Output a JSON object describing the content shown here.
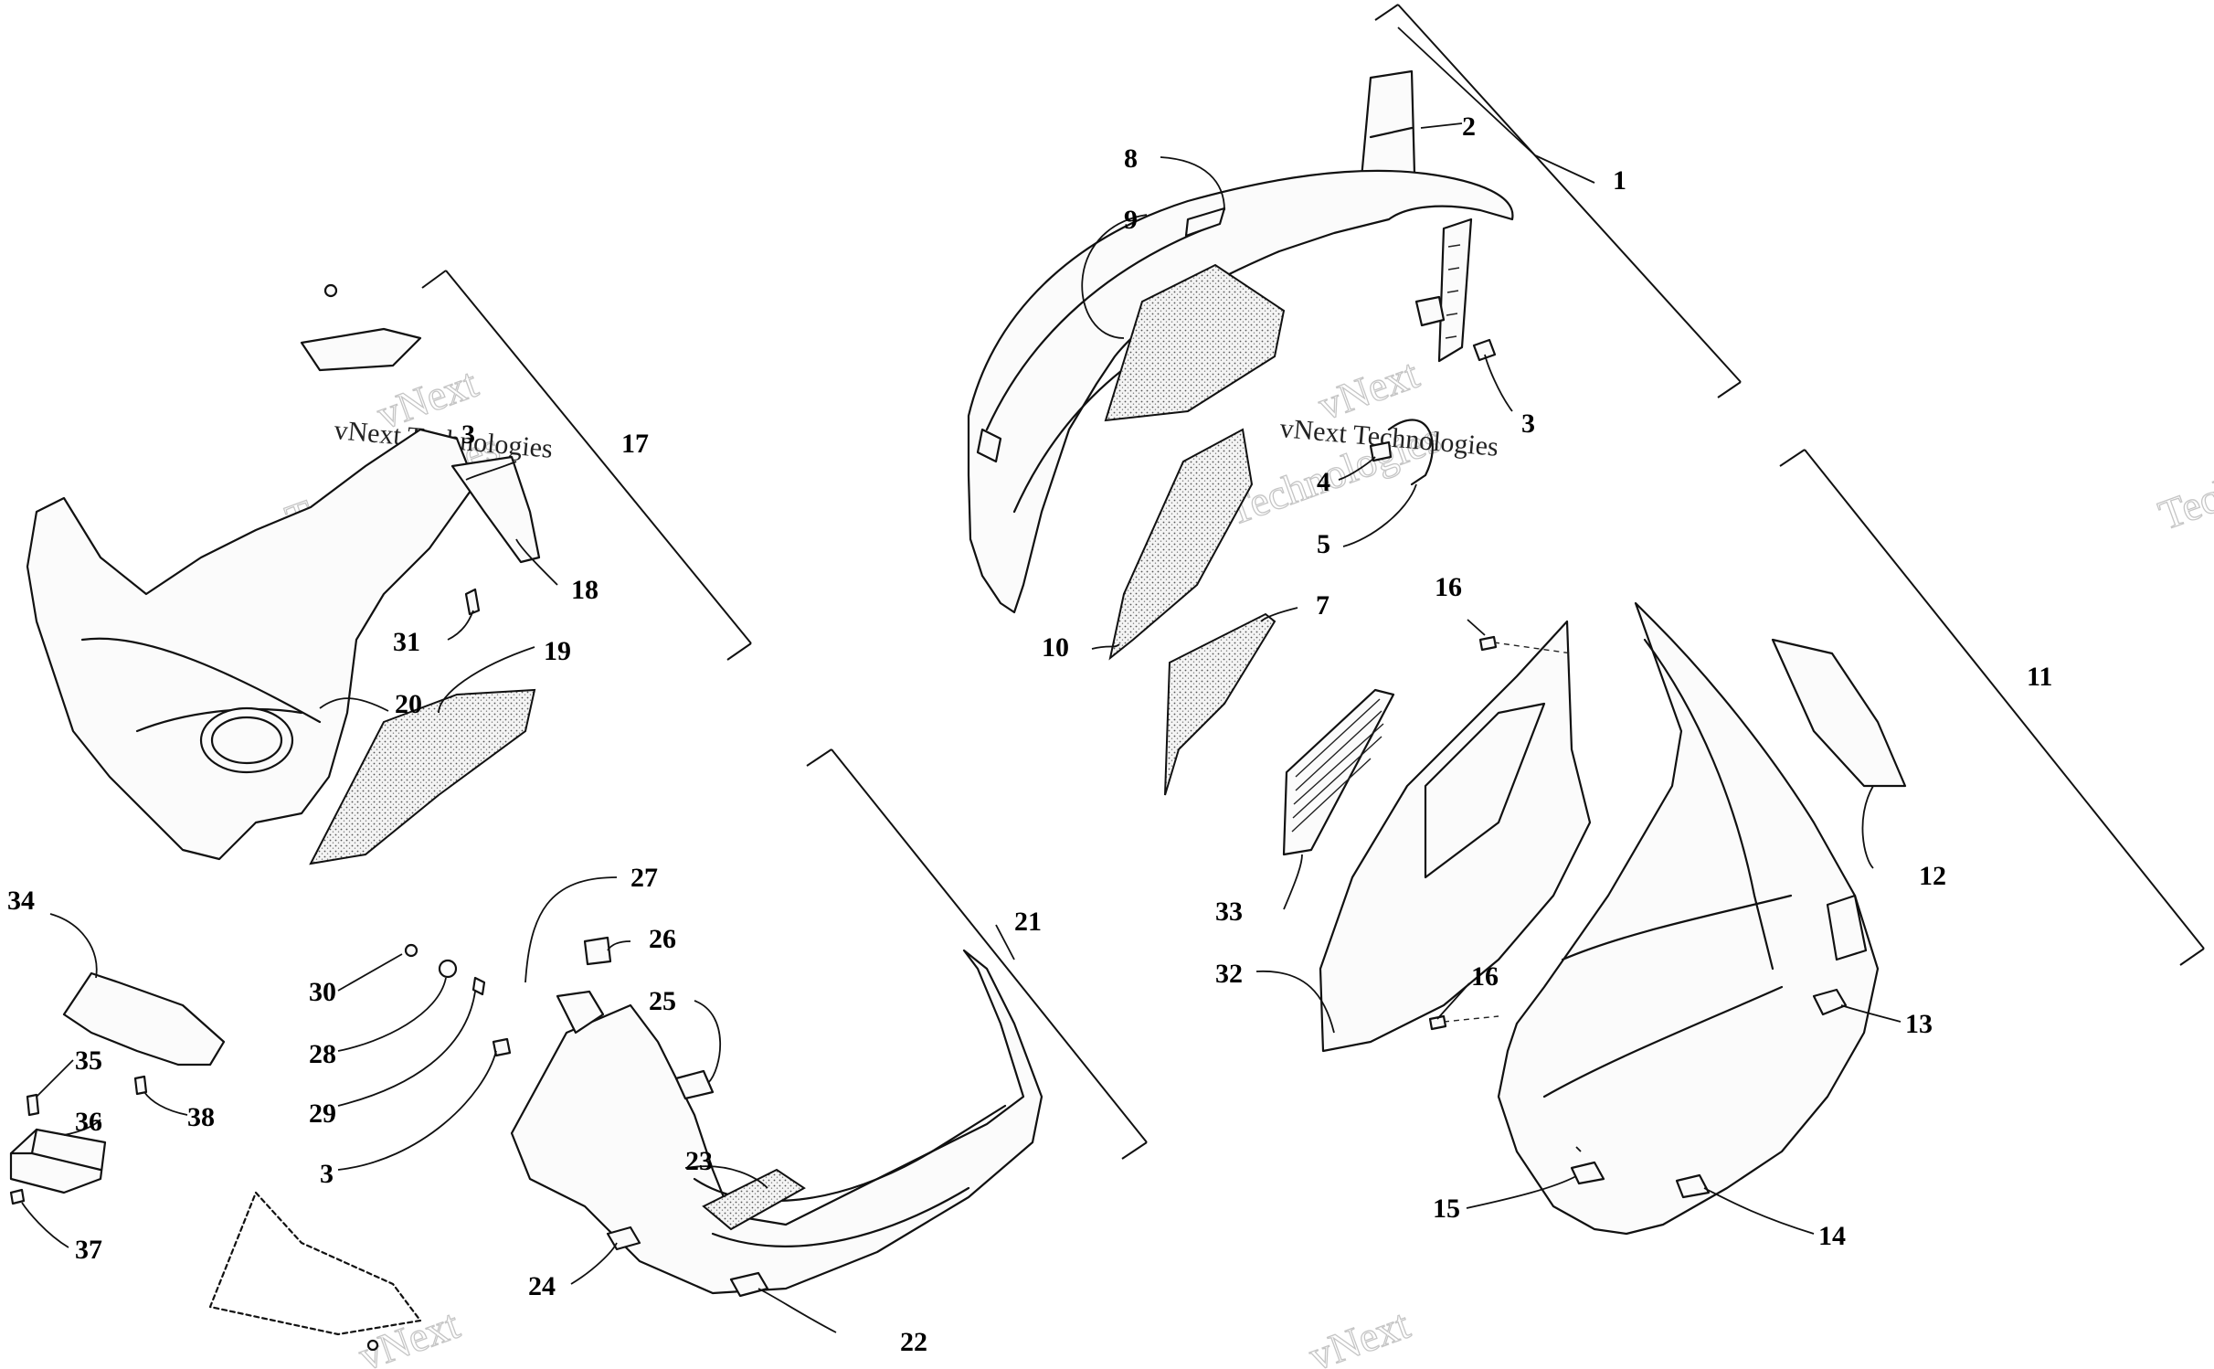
{
  "watermarks": {
    "brand_short": "vNext",
    "brand_long": "Technologies",
    "brand_inline": "vNext Technologies"
  },
  "callouts": {
    "c1": "1",
    "c2": "2",
    "c3a": "3",
    "c3b": "3",
    "c3c": "3",
    "c4": "4",
    "c5": "5",
    "c7": "7",
    "c8": "8",
    "c9": "9",
    "c10": "10",
    "c11": "11",
    "c12": "12",
    "c13": "13",
    "c14": "14",
    "c15": "15",
    "c16a": "16",
    "c16b": "16",
    "c17": "17",
    "c18": "18",
    "c19": "19",
    "c20": "20",
    "c21": "21",
    "c22": "22",
    "c23": "23",
    "c24": "24",
    "c25": "25",
    "c26": "26",
    "c27": "27",
    "c28": "28",
    "c29": "29",
    "c30": "30",
    "c31": "31",
    "c32": "32",
    "c33": "33",
    "c34": "34",
    "c35": "35",
    "c36": "36",
    "c37": "37",
    "c38": "38"
  }
}
